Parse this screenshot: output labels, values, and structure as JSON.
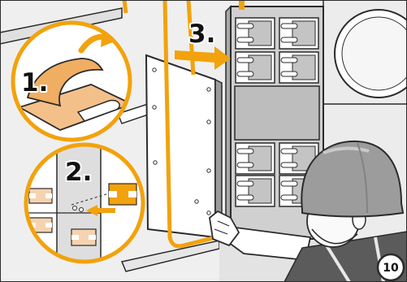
{
  "steps": {
    "step1": "1.",
    "step2": "2.",
    "step3": "3."
  },
  "page_number": "10",
  "colors": {
    "accent": "#f2a20c",
    "line": "#2b2b2b",
    "tape": "#f4c08a",
    "tape_dark": "#f0ae62",
    "bracket": "#f6d3b0",
    "panel": "#d0d0d0",
    "helmet": "#9c9c9c",
    "suit": "#5b5b5b"
  },
  "icons": [
    "curved-arrow-icon",
    "right-arrow-icon",
    "left-arrow-icon",
    "hard-hat-icon"
  ]
}
